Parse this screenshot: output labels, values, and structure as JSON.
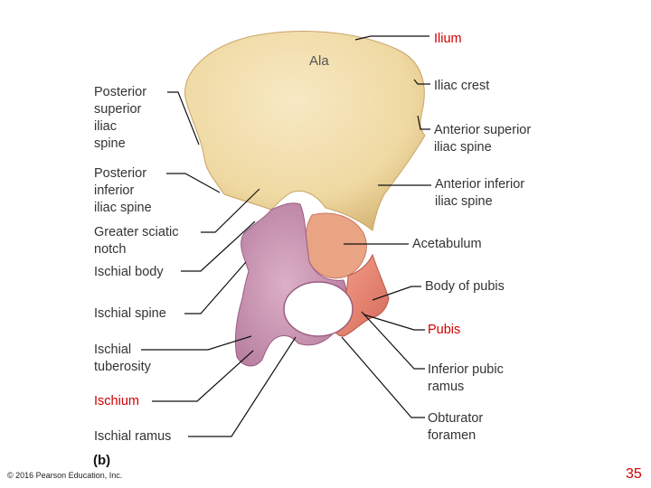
{
  "labels": {
    "ilium": "Ilium",
    "ala": "Ala",
    "psis": "Posterior\nsuperior\niliac\nspine",
    "iliac_crest": "Iliac crest",
    "asis": "Anterior superior\niliac spine",
    "piis": "Posterior\ninferior\niliac spine",
    "aiis": "Anterior inferior\niliac spine",
    "greater_sciatic_notch": "Greater sciatic\nnotch",
    "acetabulum": "Acetabulum",
    "ischial_body": "Ischial body",
    "body_of_pubis": "Body of pubis",
    "ischial_spine": "Ischial spine",
    "pubis": "Pubis",
    "ischial_tuberosity": "Ischial\ntuberosity",
    "inferior_pubic_ramus": "Inferior pubic\nramus",
    "ischium": "Ischium",
    "obturator_foramen": "Obturator\nforamen",
    "ischial_ramus": "Ischial ramus"
  },
  "panel_letter": "(b)",
  "copyright": "© 2016 Pearson Education, Inc.",
  "page_number": "35",
  "colors": {
    "ilium_bone": "#f1ddaa",
    "ischium_bone": "#cf98b6",
    "pubis_bone": "#ec8d7a",
    "red_label": "#d00000",
    "leader_line": "#111111"
  }
}
